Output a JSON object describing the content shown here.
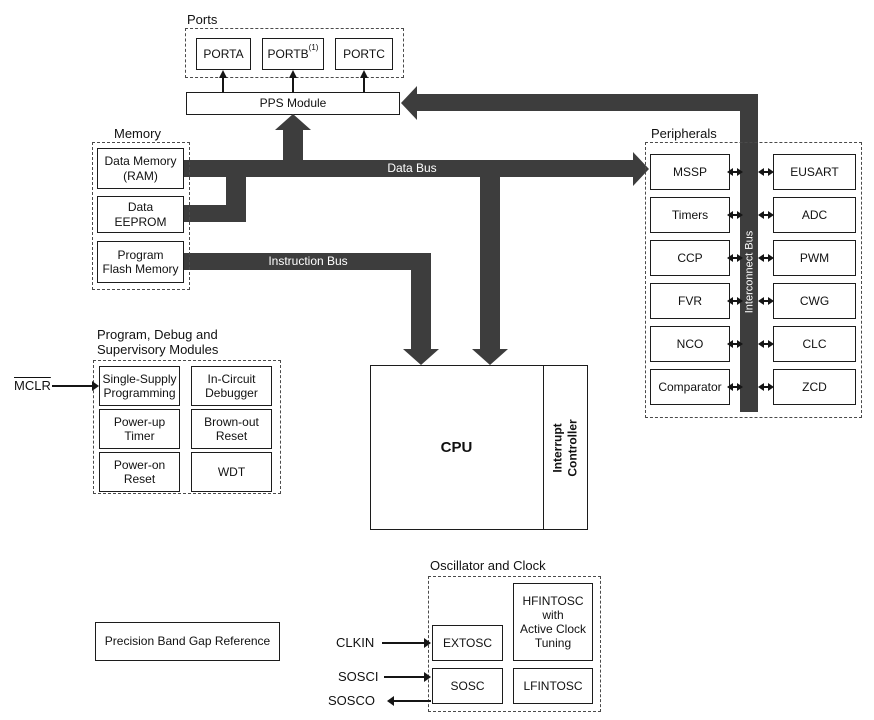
{
  "colors": {
    "bus": "#3d3d3d",
    "border": "#1c1c1c"
  },
  "ports": {
    "label": "Ports",
    "porta": "PORTA",
    "portb": "PORTB",
    "portb_sup": "(1)",
    "portc": "PORTC"
  },
  "pps": {
    "label": "PPS Module"
  },
  "buses": {
    "data": "Data Bus",
    "instruction": "Instruction Bus",
    "interconnect": "Interconnect Bus"
  },
  "memory": {
    "label": "Memory",
    "ram": "Data Memory\n(RAM)",
    "eeprom": "Data\nEEPROM",
    "flash": "Program\nFlash Memory"
  },
  "peripherals": {
    "label": "Peripherals",
    "left": [
      "MSSP",
      "Timers",
      "CCP",
      "FVR",
      "NCO",
      "Comparator"
    ],
    "right": [
      "EUSART",
      "ADC",
      "PWM",
      "CWG",
      "CLC",
      "ZCD"
    ]
  },
  "debug": {
    "label": "Program, Debug and\nSupervisory Modules",
    "mclr": "MCLR",
    "cells": [
      "Single-Supply\nProgramming",
      "In-Circuit\nDebugger",
      "Power-up\nTimer",
      "Brown-out\nReset",
      "Power-on\nReset",
      "WDT"
    ]
  },
  "cpu": {
    "label": "CPU",
    "interrupt": "Interrupt\nController"
  },
  "bandgap": {
    "label": "Precision Band Gap Reference"
  },
  "oscillator": {
    "label": "Oscillator and Clock",
    "extosc": "EXTOSC",
    "hfintosc": "HFINTOSC\nwith\nActive Clock\nTuning",
    "sosc": "SOSC",
    "lfintosc": "LFINTOSC",
    "clkin": "CLKIN",
    "sosci": "SOSCI",
    "sosco": "SOSCO"
  }
}
